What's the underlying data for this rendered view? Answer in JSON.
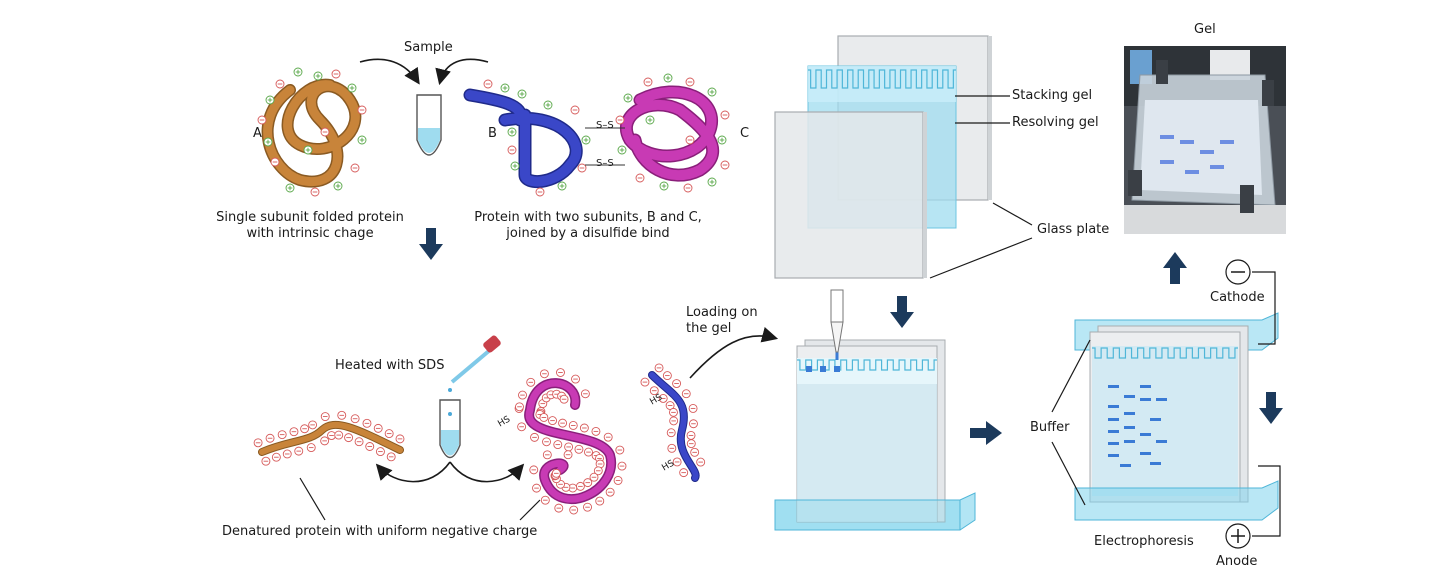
{
  "labels": {
    "sample": "Sample",
    "protein_a": "A",
    "protein_b": "B",
    "protein_c": "C",
    "ss_bond": "S–S",
    "single_subunit": "Single subunit folded protein\nwith intrinsic chage",
    "two_subunits": "Protein with two subunits, B and C,\njoined by a disulfide bind",
    "heated_sds": "Heated with SDS",
    "denatured": "Denatured protein with uniform negative charge",
    "loading": "Loading on\nthe gel",
    "hs": "HS",
    "stacking_gel": "Stacking gel",
    "resolving_gel": "Resolving gel",
    "glass_plate": "Glass plate",
    "gel": "Gel",
    "cathode": "Cathode",
    "anode": "Anode",
    "buffer": "Buffer",
    "electrophoresis": "Electrophoresis",
    "minus": "−",
    "plus": "+"
  },
  "colors": {
    "protein_a": "#c8843a",
    "protein_b": "#3a47c8",
    "protein_c": "#c83ab4",
    "arrow": "#1c3a5c",
    "gel_blue": "#9fdcef",
    "tank_blue": "#7fd3ec",
    "glass": "#e4e7ea",
    "band": "#3a7bd5",
    "charge_pos": "#5aa84a",
    "charge_neg": "#d65a5a"
  }
}
